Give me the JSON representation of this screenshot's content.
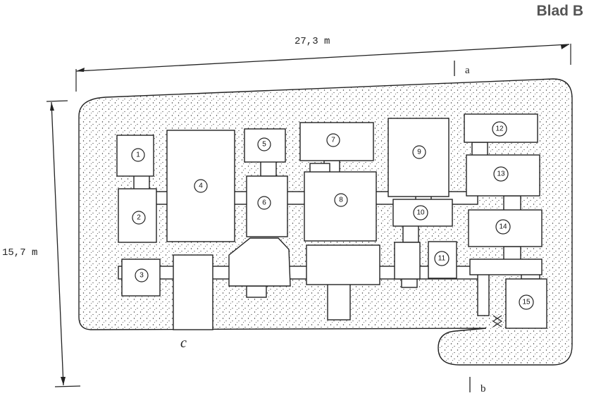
{
  "sheet": {
    "title": "Blad B"
  },
  "dimensions": {
    "width_label": "27,3 m",
    "height_label": "15,7 m"
  },
  "markers": {
    "a": "a",
    "b": "b",
    "c": "c"
  },
  "rooms": [
    "1",
    "2",
    "3",
    "4",
    "5",
    "6",
    "7",
    "8",
    "9",
    "10",
    "11",
    "12",
    "13",
    "14",
    "15"
  ]
}
